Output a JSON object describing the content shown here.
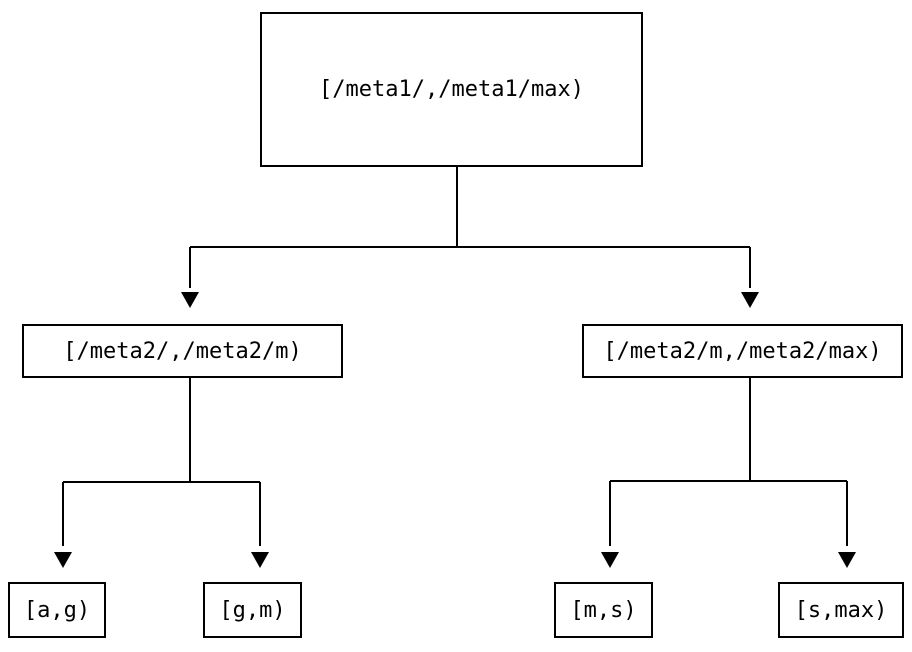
{
  "diagram": {
    "colors": {
      "background": "#ffffff",
      "line": "#000000",
      "text": "#000000"
    },
    "nodes": {
      "root": {
        "label": "[/meta1/,/meta1/max)"
      },
      "meta2_low": {
        "label": "[/meta2/,/meta2/m)"
      },
      "meta2_high": {
        "label": "[/meta2/m,/meta2/max)"
      },
      "leaf_a_g": {
        "label": "[a,g)"
      },
      "leaf_g_m": {
        "label": "[g,m)"
      },
      "leaf_m_s": {
        "label": "[m,s)"
      },
      "leaf_s_max": {
        "label": "[s,max)"
      }
    }
  }
}
